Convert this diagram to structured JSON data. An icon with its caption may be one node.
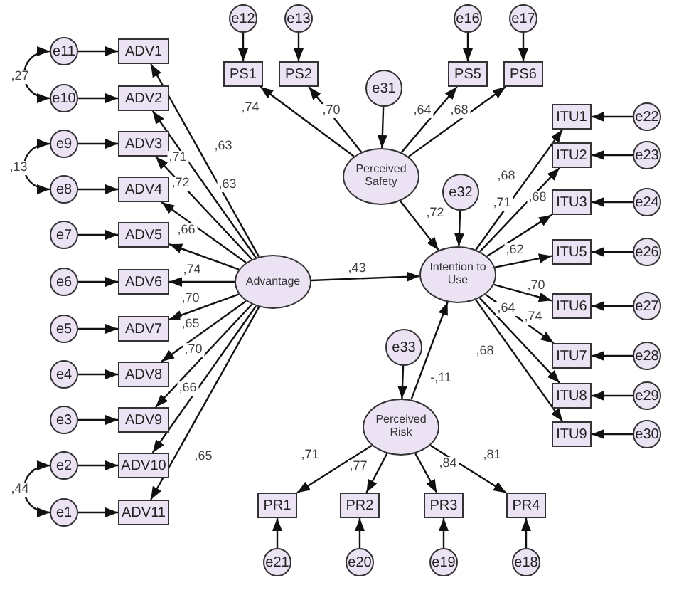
{
  "diagram": {
    "nodes": [
      {
        "text": [
          "e12"
        ]
      },
      {
        "text": [
          "e13"
        ]
      },
      {
        "text": [
          "e16"
        ]
      },
      {
        "text": [
          "e17"
        ]
      },
      {
        "text": [
          "PS1"
        ]
      },
      {
        "text": [
          "PS2"
        ]
      },
      {
        "text": [
          "PS5"
        ]
      },
      {
        "text": [
          "PS6"
        ]
      },
      {
        "text": [
          "e31"
        ]
      },
      {
        "text": [
          "Perceived Safety"
        ]
      },
      {
        "text": [
          "e11"
        ]
      },
      {
        "text": [
          "e10"
        ]
      },
      {
        "text": [
          "e9"
        ]
      },
      {
        "text": [
          "e8"
        ]
      },
      {
        "text": [
          "e7"
        ]
      },
      {
        "text": [
          "e6"
        ]
      },
      {
        "text": [
          "e5"
        ]
      },
      {
        "text": [
          "e4"
        ]
      },
      {
        "text": [
          "e3"
        ]
      },
      {
        "text": [
          "e2"
        ]
      },
      {
        "text": [
          "e1"
        ]
      },
      {
        "text": [
          "ADV1"
        ]
      },
      {
        "text": [
          "ADV2"
        ]
      },
      {
        "text": [
          "ADV3"
        ]
      },
      {
        "text": [
          "ADV4"
        ]
      },
      {
        "text": [
          "ADV5"
        ]
      },
      {
        "text": [
          "ADV6"
        ]
      },
      {
        "text": [
          "ADV7"
        ]
      },
      {
        "text": [
          "ADV8"
        ]
      },
      {
        "text": [
          "ADV9"
        ]
      },
      {
        "text": [
          "ADV10"
        ]
      },
      {
        "text": [
          "ADV11"
        ]
      },
      {
        "text": [
          "Advantage"
        ]
      },
      {
        "text": [
          "e32"
        ]
      },
      {
        "text": [
          "Intention to Use"
        ]
      },
      {
        "text": [
          "ITU1"
        ]
      },
      {
        "text": [
          "ITU2"
        ]
      },
      {
        "text": [
          "ITU3"
        ]
      },
      {
        "text": [
          "ITU5"
        ]
      },
      {
        "text": [
          "ITU6"
        ]
      },
      {
        "text": [
          "ITU7"
        ]
      },
      {
        "text": [
          "ITU8"
        ]
      },
      {
        "text": [
          "ITU9"
        ]
      },
      {
        "text": [
          "e22"
        ]
      },
      {
        "text": [
          "e23"
        ]
      },
      {
        "text": [
          "e24"
        ]
      },
      {
        "text": [
          "e26"
        ]
      },
      {
        "text": [
          "e27"
        ]
      },
      {
        "text": [
          "e28"
        ]
      },
      {
        "text": [
          "e29"
        ]
      },
      {
        "text": [
          "e30"
        ]
      },
      {
        "text": [
          "e33"
        ]
      },
      {
        "text": [
          "Perceived Risk"
        ]
      },
      {
        "text": [
          "PR1"
        ]
      },
      {
        "text": [
          "PR2"
        ]
      },
      {
        "text": [
          "PR3"
        ]
      },
      {
        "text": [
          "PR4"
        ]
      },
      {
        "text": [
          "e21"
        ]
      },
      {
        "text": [
          "e20"
        ]
      },
      {
        "text": [
          "e19"
        ]
      },
      {
        "text": [
          "e18"
        ]
      }
    ],
    "edges": [
      {
        "from": 0,
        "to": 4,
        "arrow": "to"
      },
      {
        "from": 1,
        "to": 5,
        "arrow": "to"
      },
      {
        "from": 2,
        "to": 6,
        "arrow": "to"
      },
      {
        "from": 3,
        "to": 7,
        "arrow": "to"
      },
      {
        "from": 9,
        "to": 4,
        "arrow": "to",
        "label": ",74"
      },
      {
        "from": 9,
        "to": 5,
        "arrow": "to",
        "label": ",70"
      },
      {
        "from": 9,
        "to": 6,
        "arrow": "to",
        "label": ",64"
      },
      {
        "from": 9,
        "to": 7,
        "arrow": "to",
        "label": ",68"
      },
      {
        "from": 8,
        "to": 9,
        "arrow": "to"
      },
      {
        "from": 10,
        "to": 21,
        "arrow": "to"
      },
      {
        "from": 11,
        "to": 22,
        "arrow": "to"
      },
      {
        "from": 12,
        "to": 23,
        "arrow": "to"
      },
      {
        "from": 13,
        "to": 24,
        "arrow": "to"
      },
      {
        "from": 14,
        "to": 25,
        "arrow": "to"
      },
      {
        "from": 15,
        "to": 26,
        "arrow": "to"
      },
      {
        "from": 16,
        "to": 27,
        "arrow": "to"
      },
      {
        "from": 17,
        "to": 28,
        "arrow": "to"
      },
      {
        "from": 18,
        "to": 29,
        "arrow": "to"
      },
      {
        "from": 19,
        "to": 30,
        "arrow": "to"
      },
      {
        "from": 20,
        "to": 31,
        "arrow": "to"
      },
      {
        "from": 32,
        "to": 21,
        "arrow": "to",
        "label": ",63"
      },
      {
        "from": 32,
        "to": 22,
        "arrow": "to",
        "label": ",63"
      },
      {
        "from": 32,
        "to": 23,
        "arrow": "to",
        "label": ",71"
      },
      {
        "from": 32,
        "to": 24,
        "arrow": "to",
        "label": ",72"
      },
      {
        "from": 32,
        "to": 25,
        "arrow": "to",
        "label": ",66"
      },
      {
        "from": 32,
        "to": 26,
        "arrow": "to",
        "label": ",74"
      },
      {
        "from": 32,
        "to": 27,
        "arrow": "to",
        "label": ",70"
      },
      {
        "from": 32,
        "to": 28,
        "arrow": "to",
        "label": ",65"
      },
      {
        "from": 32,
        "to": 29,
        "arrow": "to",
        "label": ",70"
      },
      {
        "from": 32,
        "to": 30,
        "arrow": "to",
        "label": ",66"
      },
      {
        "from": 32,
        "to": 31,
        "arrow": "to",
        "label": ",65"
      },
      {
        "from": 10,
        "to": 11,
        "arrow": "both",
        "label": ",27"
      },
      {
        "from": 12,
        "to": 13,
        "arrow": "both",
        "label": ",13"
      },
      {
        "from": 19,
        "to": 20,
        "arrow": "both",
        "label": ",44"
      },
      {
        "from": 9,
        "to": 34,
        "arrow": "to",
        "label": ",72"
      },
      {
        "from": 33,
        "to": 34,
        "arrow": "to"
      },
      {
        "from": 32,
        "to": 34,
        "arrow": "to",
        "label": ",43"
      },
      {
        "from": 52,
        "to": 34,
        "arrow": "to",
        "label": "-,11"
      },
      {
        "from": 51,
        "to": 52,
        "arrow": "to"
      },
      {
        "from": 34,
        "to": 35,
        "arrow": "to",
        "label": ",68"
      },
      {
        "from": 34,
        "to": 36,
        "arrow": "to",
        "label": ",71"
      },
      {
        "from": 34,
        "to": 37,
        "arrow": "to",
        "label": ",68"
      },
      {
        "from": 34,
        "to": 38,
        "arrow": "to",
        "label": ",62"
      },
      {
        "from": 34,
        "to": 39,
        "arrow": "to",
        "label": ",70"
      },
      {
        "from": 34,
        "to": 40,
        "arrow": "to",
        "label": ",74"
      },
      {
        "from": 34,
        "to": 41,
        "arrow": "to",
        "label": ",64"
      },
      {
        "from": 34,
        "to": 42,
        "arrow": "to",
        "label": ",68"
      },
      {
        "from": 43,
        "to": 35,
        "arrow": "to"
      },
      {
        "from": 44,
        "to": 36,
        "arrow": "to"
      },
      {
        "from": 45,
        "to": 37,
        "arrow": "to"
      },
      {
        "from": 46,
        "to": 38,
        "arrow": "to"
      },
      {
        "from": 47,
        "to": 39,
        "arrow": "to"
      },
      {
        "from": 48,
        "to": 40,
        "arrow": "to"
      },
      {
        "from": 49,
        "to": 41,
        "arrow": "to"
      },
      {
        "from": 50,
        "to": 42,
        "arrow": "to"
      },
      {
        "from": 52,
        "to": 53,
        "arrow": "to",
        "label": ",71"
      },
      {
        "from": 52,
        "to": 54,
        "arrow": "to",
        "label": ",77"
      },
      {
        "from": 52,
        "to": 55,
        "arrow": "to",
        "label": ",84"
      },
      {
        "from": 52,
        "to": 56,
        "arrow": "to",
        "label": ",81"
      },
      {
        "from": 57,
        "to": 53,
        "arrow": "to"
      },
      {
        "from": 58,
        "to": 54,
        "arrow": "to"
      },
      {
        "from": 59,
        "to": 55,
        "arrow": "to"
      },
      {
        "from": 60,
        "to": 56,
        "arrow": "to"
      }
    ]
  }
}
